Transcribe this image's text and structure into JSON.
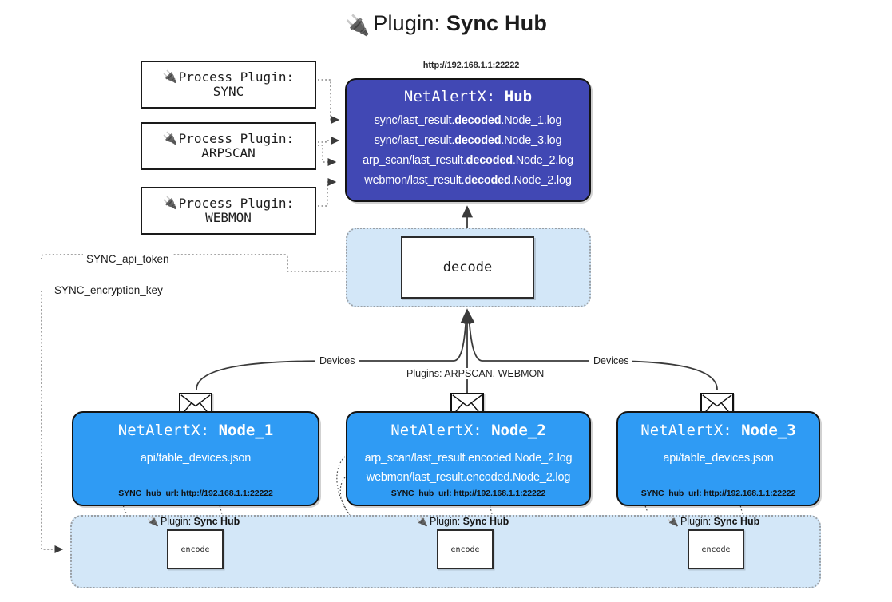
{
  "header": {
    "icon": "plug-icon",
    "prefix": "Plugin:",
    "name": "Sync Hub"
  },
  "process_plugins": [
    {
      "icon": "plug-icon",
      "label": "Process Plugin:",
      "name": "SYNC"
    },
    {
      "icon": "plug-icon",
      "label": "Process Plugin:",
      "name": "ARPSCAN"
    },
    {
      "icon": "plug-icon",
      "label": "Process Plugin:",
      "name": "WEBMON"
    }
  ],
  "hub": {
    "url": "http://192.168.1.1:22222",
    "title_prefix": "NetAlertX:",
    "title_name": "Hub",
    "color": "#4148b4",
    "rows": [
      {
        "pre": "sync/last_result.",
        "strong": "decoded",
        "post": ".Node_1.log"
      },
      {
        "pre": "sync/last_result.",
        "strong": "decoded",
        "post": ".Node_3.log"
      },
      {
        "pre": "arp_scan/last_result.",
        "strong": "decoded",
        "post": ".Node_2.log"
      },
      {
        "pre": "webmon/last_result.",
        "strong": "decoded",
        "post": ".Node_2.log"
      }
    ]
  },
  "decode": {
    "label": "decode",
    "band_color": "#d3e7f8"
  },
  "settings": {
    "api_token": "SYNC_api_token",
    "encryption_key": "SYNC_encryption_key"
  },
  "flow_labels": {
    "devices_left": "Devices",
    "devices_right": "Devices",
    "plugins_center": "Plugins: ARPSCAN, WEBMON"
  },
  "nodes": [
    {
      "title_prefix": "NetAlertX:",
      "title_name": "Node_1",
      "color": "#2f9bf4",
      "rows": [
        "api/table_devices.json"
      ],
      "footer": "SYNC_hub_url: http://192.168.1.1:22222"
    },
    {
      "title_prefix": "NetAlertX:",
      "title_name": "Node_2",
      "color": "#2f9bf4",
      "rows": [
        "arp_scan/last_result.encoded.Node_2.log",
        "webmon/last_result.encoded.Node_2.log"
      ],
      "footer": "SYNC_hub_url: http://192.168.1.1:22222"
    },
    {
      "title_prefix": "NetAlertX:",
      "title_name": "Node_3",
      "color": "#2f9bf4",
      "rows": [
        "api/table_devices.json"
      ],
      "footer": "SYNC_hub_url: http://192.168.1.1:22222"
    }
  ],
  "encode_band": {
    "band_color": "#d3e7f8",
    "plugin_caption_prefix": "Plugin:",
    "plugin_caption_name": "Sync Hub",
    "encode_label": "encode",
    "instances": [
      "encode",
      "encode",
      "encode"
    ]
  }
}
